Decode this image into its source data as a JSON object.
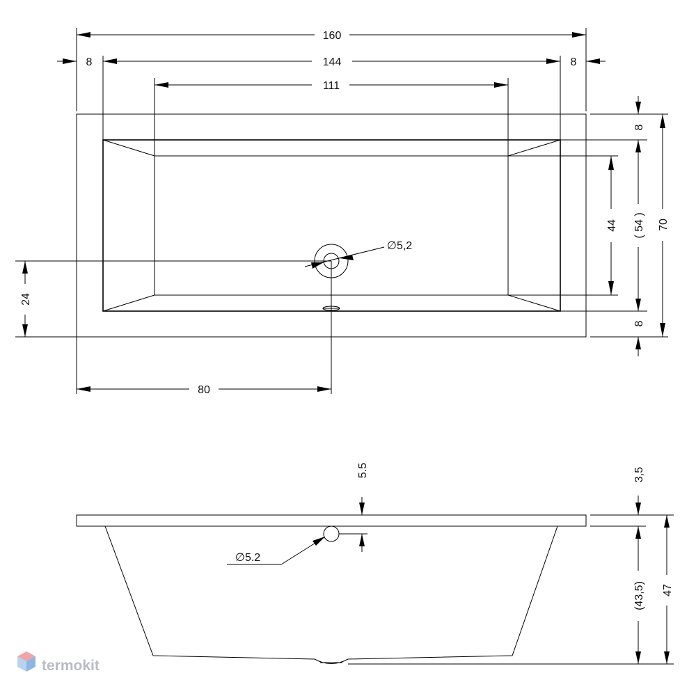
{
  "top_view": {
    "dims": {
      "overall_length": "160",
      "inner_length": "144",
      "rim_left": "8",
      "rim_right": "8",
      "bottom_length": "111",
      "rim_top": "8",
      "rim_bottom": "8",
      "bottom_width": "44",
      "inner_width": "( 54 )",
      "overall_width": "70",
      "drain_offset_y": "24",
      "drain_offset_x": "80",
      "drain_diameter": "∅5,2"
    }
  },
  "side_view": {
    "dims": {
      "top_offset": "5.5",
      "rim_height": "3,5",
      "depth": "(43,5)",
      "overall_height": "47",
      "overflow_diameter": "∅5.2"
    }
  },
  "watermark": {
    "brand": "termokit",
    "icon": "hexagon-cube-icon",
    "colors": {
      "top": "#f0a3a8",
      "left": "#b8d3ef",
      "right": "#8fb6e3"
    }
  }
}
